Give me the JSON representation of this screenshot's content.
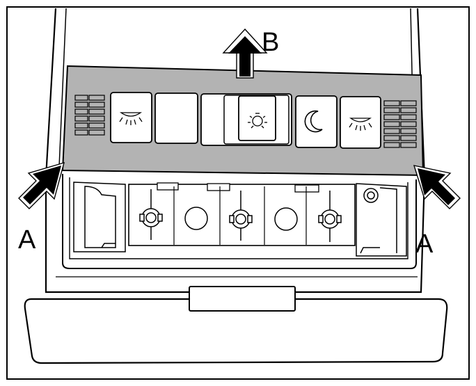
{
  "labels": {
    "arrow_up": "B",
    "arrow_left": "A",
    "arrow_right": "A"
  },
  "icons": {
    "panel_buttons": [
      "reading-light-icon",
      "blank-button",
      "interior-light-icon",
      "night-moon-icon",
      "reading-light-icon"
    ]
  },
  "colors": {
    "line": "#000000",
    "panel_fill": "#b3b3b3",
    "background": "#ffffff"
  }
}
